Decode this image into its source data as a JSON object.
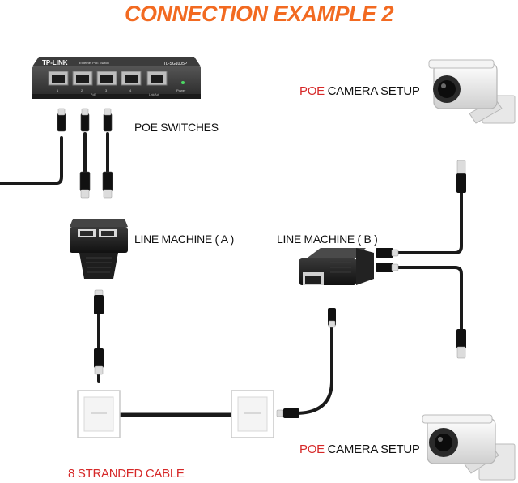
{
  "title": "CONNECTION EXAMPLE 2",
  "labels": {
    "poe_switches": "POE SWITCHES",
    "line_machine_a": "LINE MACHINE ( A )",
    "line_machine_b": "LINE MACHINE ( B )",
    "camera_top_prefix": "POE",
    "camera_top_suffix": " CAMERA SETUP",
    "camera_bottom_prefix": "POE",
    "camera_bottom_suffix": " CAMERA SETUP",
    "cable": "8 STRANDED CABLE"
  },
  "switch": {
    "brand": "TP-LINK",
    "model": "TL-SG1005P",
    "subtitle": "Ethernet PoE Switch",
    "port_numbers": [
      "1",
      "2",
      "3",
      "4"
    ],
    "port_caption_poe": "PoE",
    "port_caption_link": "Link/Act",
    "power_caption": "Power"
  },
  "colors": {
    "title": "#f26a21",
    "accent_red": "#d62828",
    "cable": "#1a1a1a",
    "switch_body": "#2b2b2b"
  }
}
